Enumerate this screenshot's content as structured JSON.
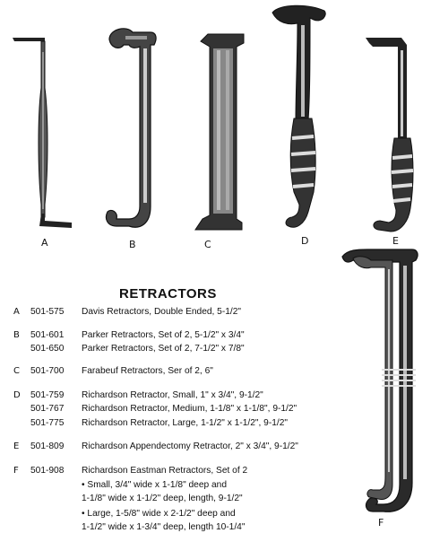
{
  "title": "RETRACTORS",
  "instruments": [
    {
      "letter": "A",
      "icon": "davis-retractor-icon"
    },
    {
      "letter": "B",
      "icon": "parker-retractor-icon"
    },
    {
      "letter": "C",
      "icon": "farabeuf-retractor-icon"
    },
    {
      "letter": "D",
      "icon": "richardson-retractor-icon"
    },
    {
      "letter": "E",
      "icon": "richardson-appendectomy-retractor-icon"
    },
    {
      "letter": "F",
      "icon": "richardson-eastman-retractor-icon"
    }
  ],
  "entries": [
    {
      "letter": "A",
      "code": "501-575",
      "desc": "Davis Retractors, Double Ended, 5-1/2\""
    },
    {
      "letter": "B",
      "code": "501-601",
      "desc": "Parker Retractors, Set of 2, 5-1/2\" x 3/4\""
    },
    {
      "letter": "",
      "code": "501-650",
      "desc": "Parker Retractors, Set of 2, 7-1/2\" x 7/8\""
    },
    {
      "letter": "C",
      "code": "501-700",
      "desc": "Farabeuf Retractors, Ser of 2, 6\""
    },
    {
      "letter": "D",
      "code": "501-759",
      "desc": "Richardson Retractor, Small, 1\" x 3/4\", 9-1/2\""
    },
    {
      "letter": "",
      "code": "501-767",
      "desc": "Richardson Retractor, Medium, 1-1/8\" x 1-1/8\", 9-1/2\""
    },
    {
      "letter": "",
      "code": "501-775",
      "desc": "Richardson Retractor, Large, 1-1/2\" x 1-1/2\", 9-1/2\""
    },
    {
      "letter": "E",
      "code": "501-809",
      "desc": "Richardson Appendectomy Retractor, 2\" x 3/4\", 9-1/2\""
    },
    {
      "letter": "F",
      "code": "501-908",
      "desc": "Richardson Eastman Retractors, Set of 2"
    }
  ],
  "notes": [
    "• Small, 3/4\" wide x 1-1/8\" deep and",
    "1-1/8\" wide x 1-1/2\" deep, length, 9-1/2\"",
    "• Large, 1-5/8\" wide x 2-1/2\" deep and",
    "1-1/2\" wide x 1-3/4\" deep, length 10-1/4\""
  ]
}
